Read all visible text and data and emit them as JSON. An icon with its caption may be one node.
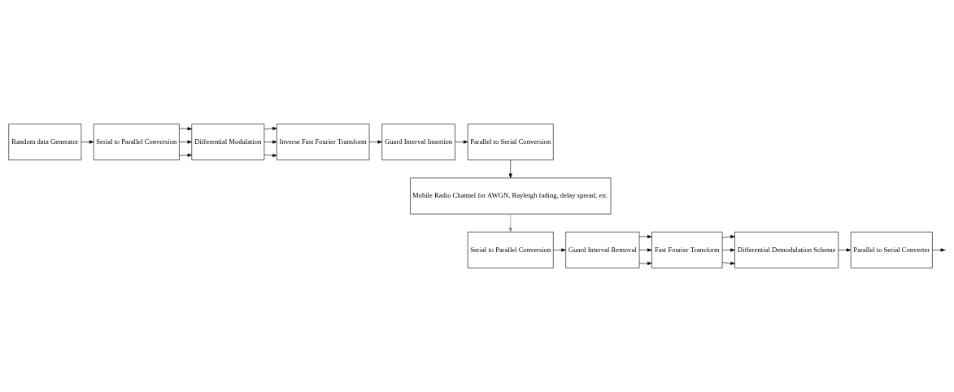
{
  "diagram": {
    "nodes": [
      {
        "text": [
          "Random data Generator"
        ]
      },
      {
        "text": [
          "Serial to Parallel Conversion"
        ]
      },
      {
        "text": [
          "Differential Modulation"
        ]
      },
      {
        "text": [
          "Inverse Fast Fourier Transform"
        ]
      },
      {
        "text": [
          "Guard Interval Insertion"
        ]
      },
      {
        "text": [
          "Parallel to Serial Conversion"
        ]
      },
      {
        "text": [
          "Mobile Radio Channel for AWGN, Rayleigh fading, delay spread, etc."
        ]
      },
      {
        "text": [
          "Serial to Parallel Conversion"
        ]
      },
      {
        "text": [
          "Guard Interval Removal"
        ]
      },
      {
        "text": [
          "Fast Fourier Transform"
        ]
      },
      {
        "text": [
          "Differential Demodulation Scheme"
        ]
      },
      {
        "text": [
          "Parallel to Serial Converter"
        ]
      }
    ],
    "edges": [
      {
        "from": 0,
        "to": 1,
        "arrow": "to"
      },
      {
        "from": 1,
        "to": 2,
        "arrow": "to"
      },
      {
        "from": 1,
        "to": 2,
        "arrow": "to"
      },
      {
        "from": 1,
        "to": 2,
        "arrow": "to"
      },
      {
        "from": 2,
        "to": 3,
        "arrow": "to"
      },
      {
        "from": 2,
        "to": 3,
        "arrow": "to"
      },
      {
        "from": 2,
        "to": 3,
        "arrow": "to"
      },
      {
        "from": 3,
        "to": 4,
        "arrow": "to"
      },
      {
        "from": 4,
        "to": 5,
        "arrow": "to"
      },
      {
        "from": 5,
        "to": 6,
        "arrow": "to"
      },
      {
        "from": 6,
        "to": 7,
        "arrow": "to",
        "color": "#808080"
      },
      {
        "from": 7,
        "to": 8,
        "arrow": "to"
      },
      {
        "from": 8,
        "to": 9,
        "arrow": "to"
      },
      {
        "from": 8,
        "to": 9,
        "arrow": "to"
      },
      {
        "from": 8,
        "to": 9,
        "arrow": "to"
      },
      {
        "from": 9,
        "to": 10,
        "arrow": "to"
      },
      {
        "from": 9,
        "to": 10,
        "arrow": "to"
      },
      {
        "from": 9,
        "to": 10,
        "arrow": "to"
      },
      {
        "from": 10,
        "to": 11,
        "arrow": "to"
      },
      {
        "from": 11,
        "to": null,
        "arrow": "to"
      }
    ]
  }
}
